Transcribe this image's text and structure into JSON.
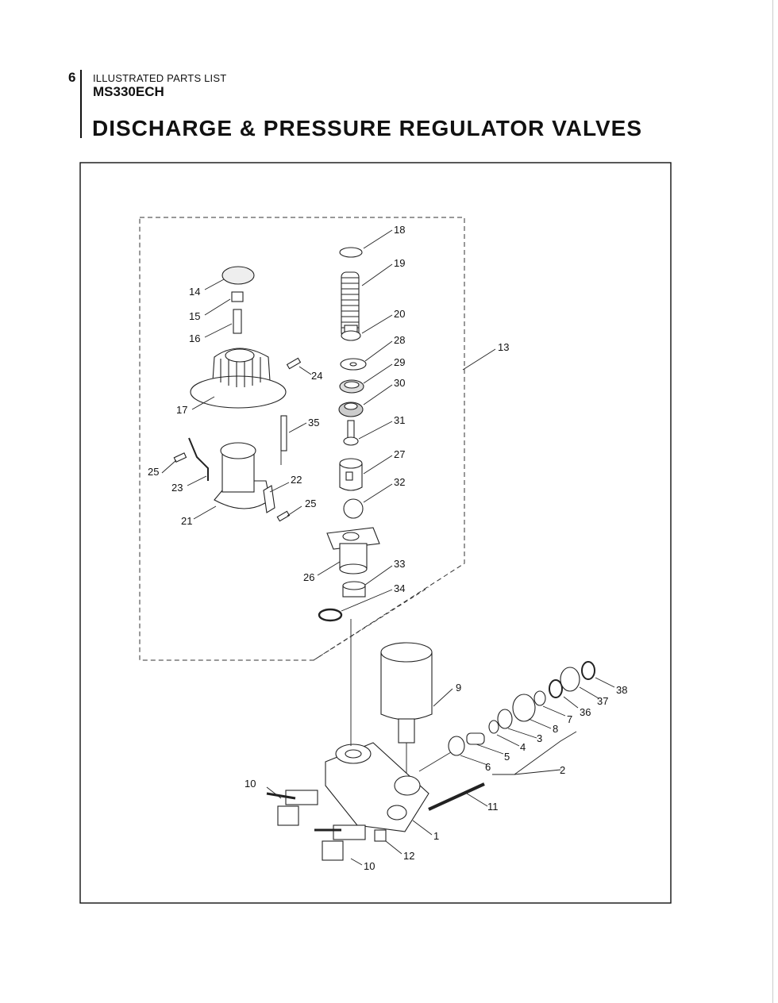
{
  "header": {
    "page_number": "6",
    "series_label": "ILLUSTRATED PARTS LIST",
    "model": "MS330ECH",
    "title": "DISCHARGE & PRESSURE REGULATOR VALVES"
  },
  "callouts": {
    "c18": "18",
    "c19": "19",
    "c20": "20",
    "c28": "28",
    "c29": "29",
    "c30": "30",
    "c31": "31",
    "c27": "27",
    "c32": "32",
    "c33": "33",
    "c34": "34",
    "c13": "13",
    "c14": "14",
    "c15": "15",
    "c16": "16",
    "c17": "17",
    "c24": "24",
    "c35": "35",
    "c25a": "25",
    "c23": "23",
    "c22": "22",
    "c25b": "25",
    "c21": "21",
    "c26": "26",
    "c9": "9",
    "c38": "38",
    "c37": "37",
    "c36": "36",
    "c7": "7",
    "c8": "8",
    "c3": "3",
    "c4": "4",
    "c5": "5",
    "c6": "6",
    "c2": "2",
    "c10a": "10",
    "c11": "11",
    "c1": "1",
    "c12": "12",
    "c10b": "10"
  }
}
